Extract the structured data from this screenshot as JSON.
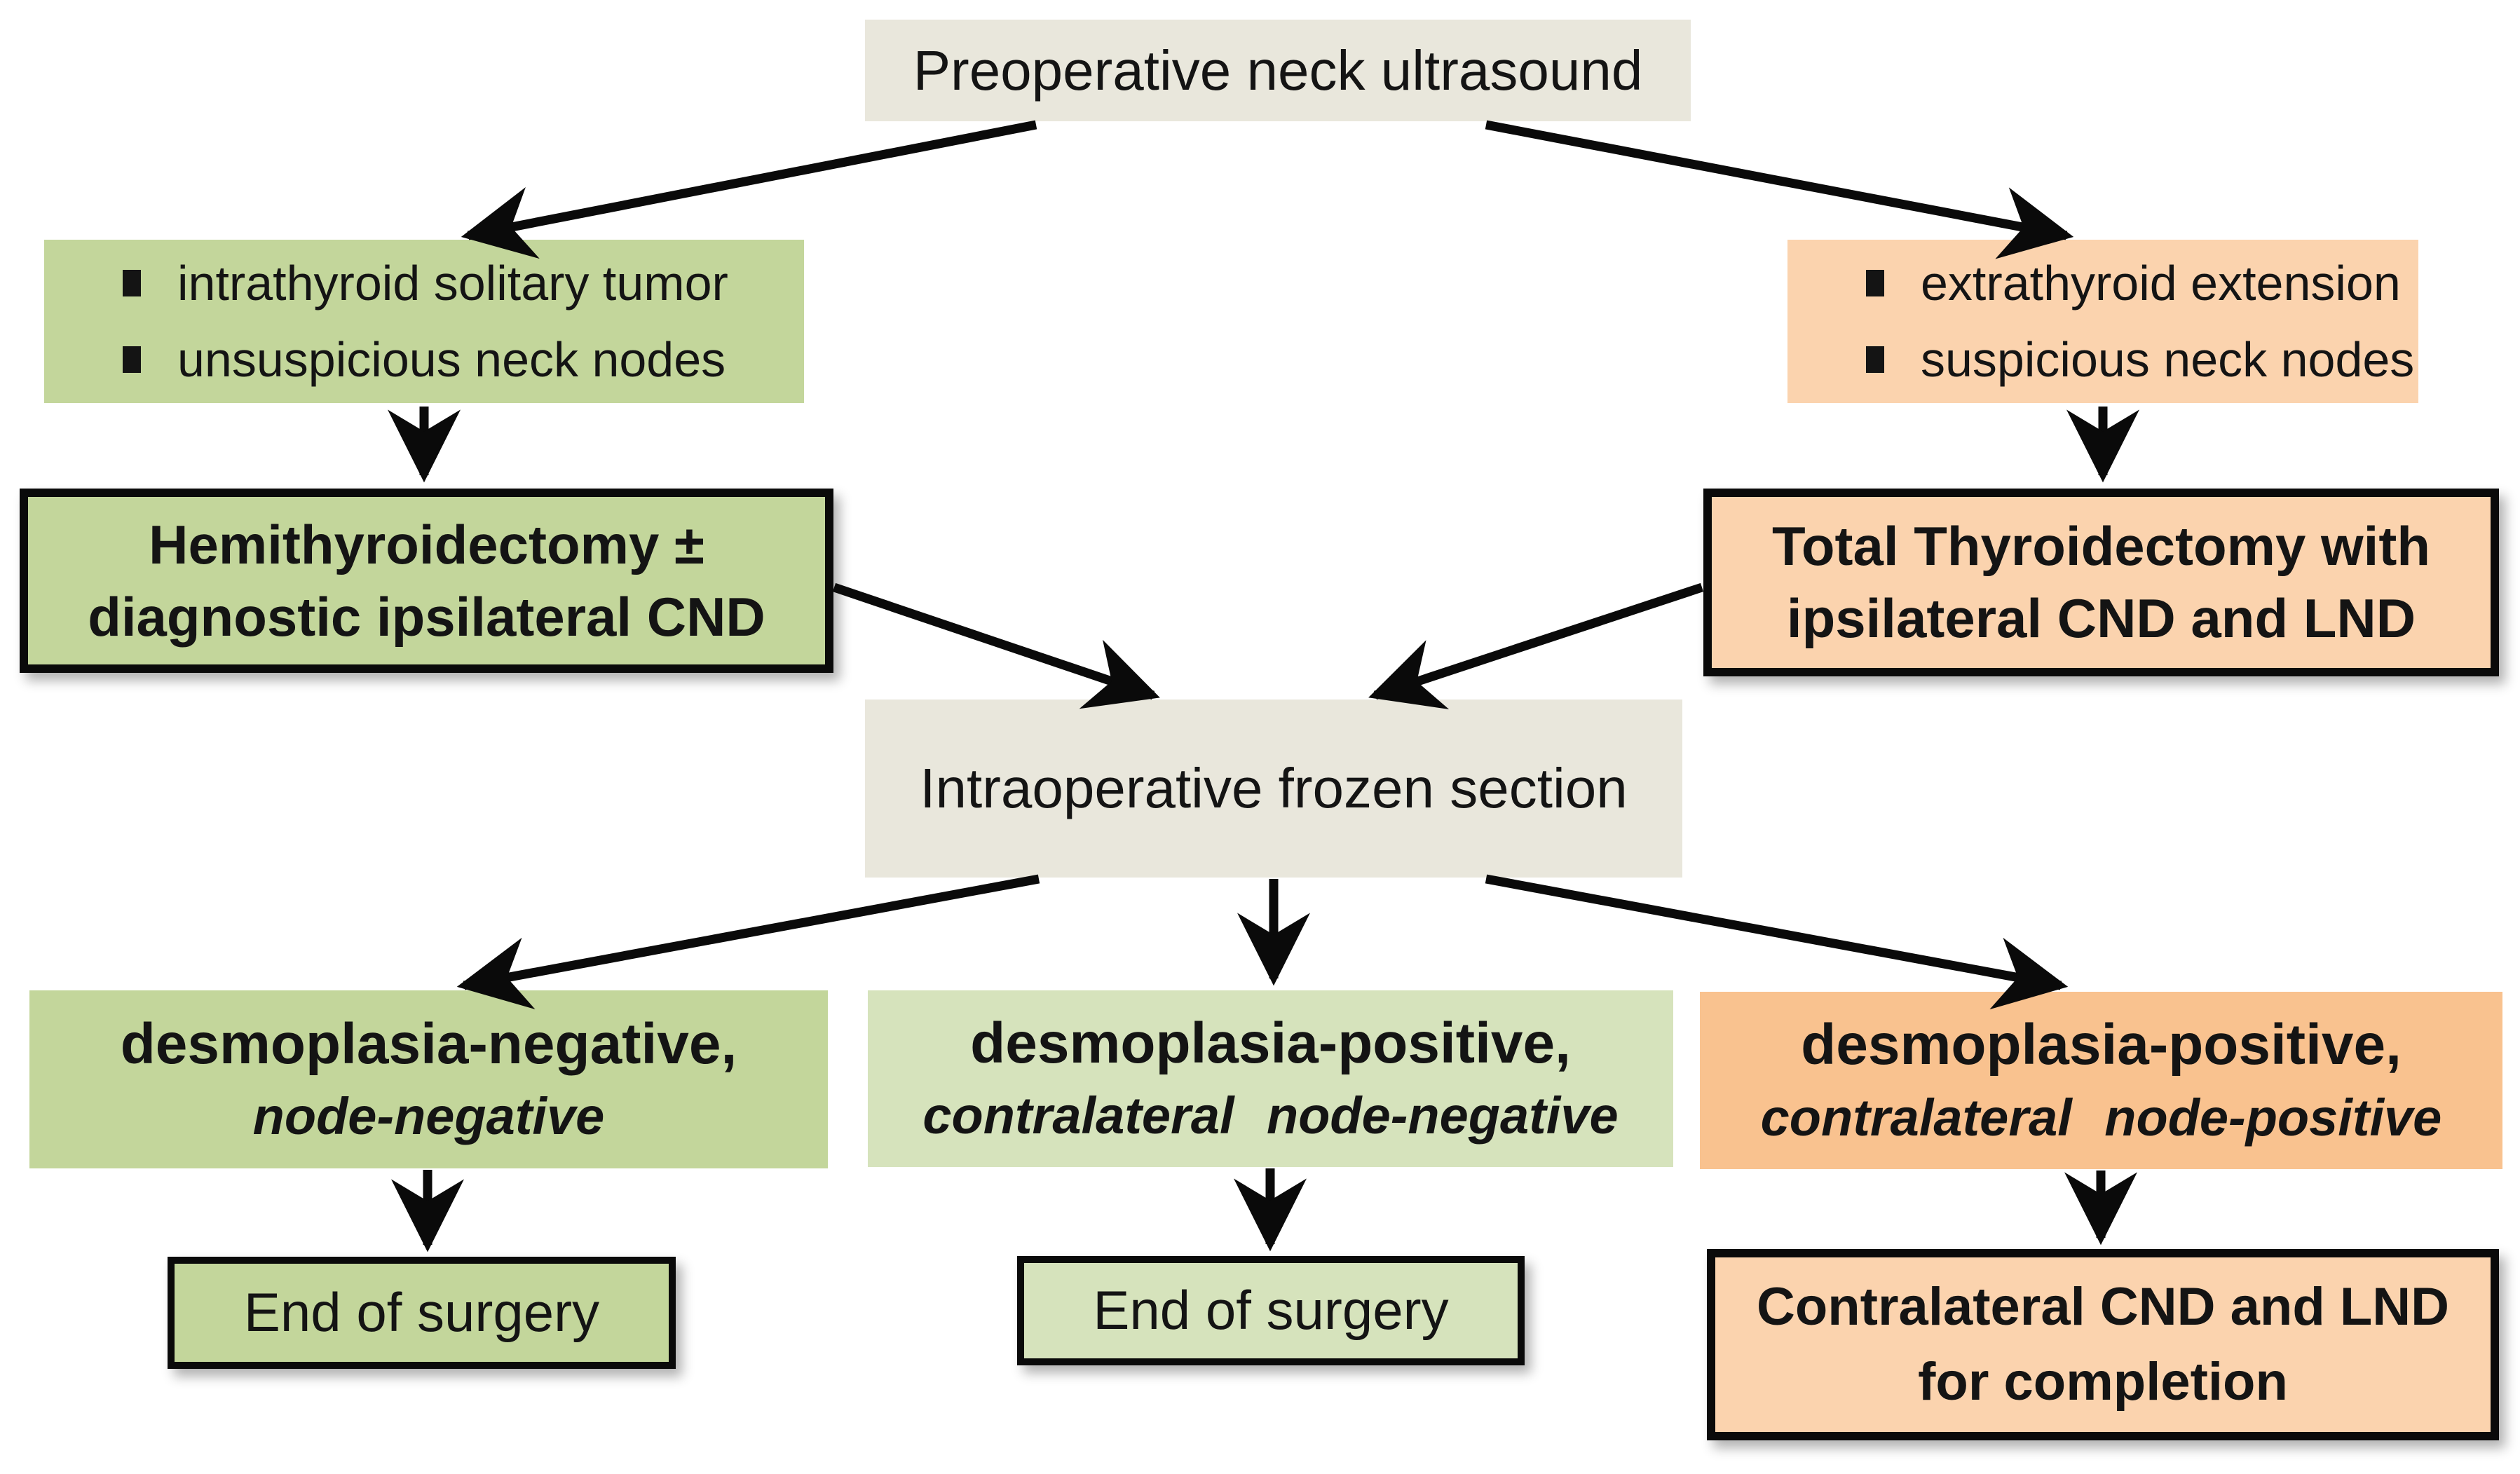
{
  "colors": {
    "beige": "#e9e7dc",
    "green": "#c3d69b",
    "light_green": "#d6e3bc",
    "light_peach": "#fbd3ae",
    "orange": "#f9c28f",
    "line_black": "#0a0a0a"
  },
  "nodes": {
    "preop": {
      "text": "Preoperative neck ultrasound"
    },
    "left_criteria": {
      "items": [
        "intrathyroid solitary tumor",
        "unsuspicious neck nodes"
      ]
    },
    "right_criteria": {
      "items": [
        "extrathyroid extension",
        "suspicious neck nodes"
      ]
    },
    "hemithyroidectomy": {
      "line1": "Hemithyroidectomy ±",
      "line2": "diagnostic ipsilateral CND"
    },
    "total_thyroidectomy": {
      "line1": "Total Thyroidectomy with",
      "line2": "ipsilateral CND and LND"
    },
    "frozen_section": {
      "text": "Intraoperative frozen section"
    },
    "desmoplasia_negative": {
      "line1": "desmoplasia-negative,",
      "line2": "node-negative"
    },
    "desmoplasia_positive_node_negative": {
      "line1": "desmoplasia-positive,",
      "line2": "contralateral node-negative"
    },
    "desmoplasia_positive_node_positive": {
      "line1": "desmoplasia-positive,",
      "line2": "contralateral node-positive"
    },
    "end_surgery_left": {
      "text": "End of surgery"
    },
    "end_surgery_middle": {
      "text": "End of surgery"
    },
    "completion": {
      "line1": "Contralateral CND and LND",
      "line2": "for completion"
    }
  },
  "edges": [
    {
      "from": "preop",
      "to": "left_criteria"
    },
    {
      "from": "preop",
      "to": "right_criteria"
    },
    {
      "from": "left_criteria",
      "to": "hemithyroidectomy"
    },
    {
      "from": "right_criteria",
      "to": "total_thyroidectomy"
    },
    {
      "from": "hemithyroidectomy",
      "to": "frozen_section"
    },
    {
      "from": "total_thyroidectomy",
      "to": "frozen_section"
    },
    {
      "from": "frozen_section",
      "to": "desmoplasia_negative"
    },
    {
      "from": "frozen_section",
      "to": "desmoplasia_positive_node_negative"
    },
    {
      "from": "frozen_section",
      "to": "desmoplasia_positive_node_positive"
    },
    {
      "from": "desmoplasia_negative",
      "to": "end_surgery_left"
    },
    {
      "from": "desmoplasia_positive_node_negative",
      "to": "end_surgery_middle"
    },
    {
      "from": "desmoplasia_positive_node_positive",
      "to": "completion"
    }
  ]
}
